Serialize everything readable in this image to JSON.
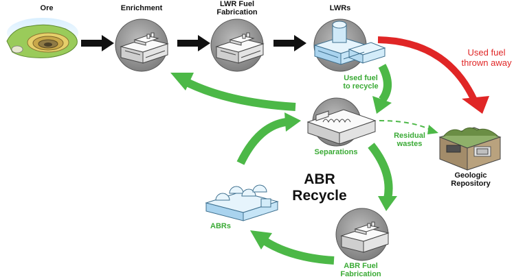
{
  "colors": {
    "arrow_black": "#111111",
    "arrow_green": "#4cb847",
    "arrow_red": "#e02626",
    "label_green": "#3aaa35",
    "circle_gray": "#8f8f8f",
    "building_light": "#f0f0f0",
    "building_blue": "#bfe2f7"
  },
  "nodes": {
    "ore": "Ore",
    "enrichment": "Enrichment",
    "lwr_fuel_fabrication": "LWR Fuel\nFabrication",
    "lwrs": "LWRs",
    "separations": "Separations",
    "abrs": "ABRs",
    "abr_fuel_fabrication": "ABR Fuel\nFabrication",
    "geologic_repository": "Geologic\nRepository"
  },
  "annotations": {
    "used_fuel_to_recycle": "Used fuel\nto recycle",
    "used_fuel_thrown_away": "Used fuel\nthrown away",
    "residual_wastes": "Residual\nwastes",
    "cycle_title": "ABR\nRecycle"
  },
  "icons": {
    "ore": "ore-mine-icon",
    "enrichment": "industrial-facility-icon",
    "lwr_fuel_fabrication": "industrial-facility-icon",
    "lwrs": "reactor-icon",
    "separations": "separations-plant-icon",
    "abrs": "reactor-domes-icon",
    "abr_fuel_fabrication": "industrial-facility-icon",
    "geologic_repository": "repository-icon"
  }
}
